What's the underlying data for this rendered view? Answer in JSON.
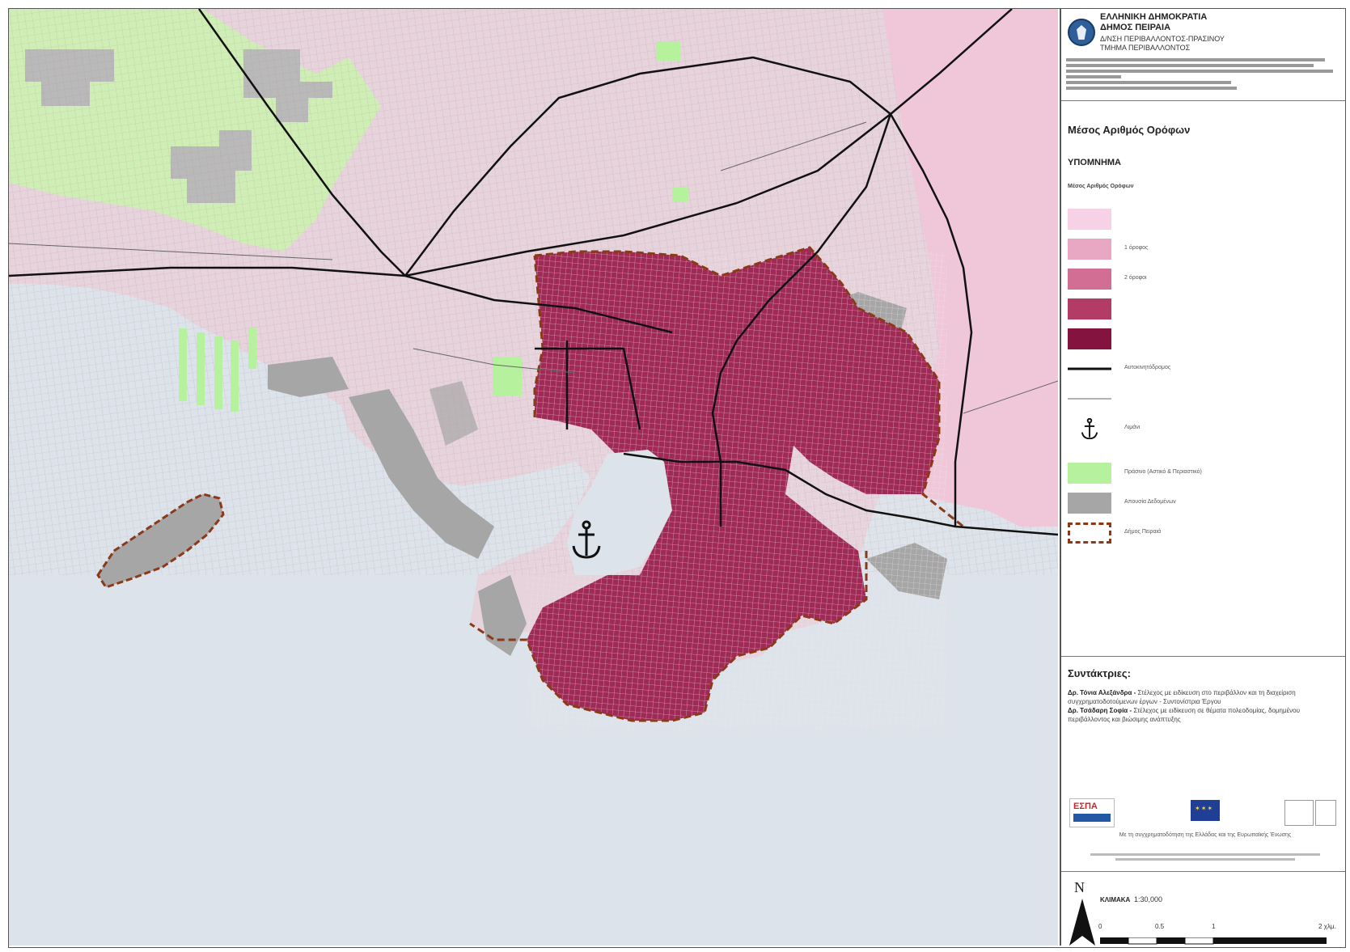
{
  "header": {
    "line1": "ΕΛΛΗΝΙΚΗ ΔΗΜΟΚΡΑΤΙΑ",
    "line2": "ΔΗΜΟΣ ΠΕΙΡΑΙΑ",
    "line3": "Δ/ΝΣΗ ΠΕΡΙΒΑΛΛΟΝΤΟΣ-ΠΡΑΣΙΝΟΥ",
    "line4": "ΤΜΗΜΑ ΠΕΡΙΒΑΛΛΟΝΤΟΣ"
  },
  "map_title": "Μέσος Αριθμός Ορόφων",
  "legend": {
    "title": "ΥΠΟΜΝΗΜΑ",
    "subtitle": "Μέσος Αριθμός Ορόφων",
    "items": [
      {
        "key": "ground",
        "color": "#f7d2e6"
      },
      {
        "key": "one",
        "label": "1 όροφος",
        "color": "#e8a8c4"
      },
      {
        "key": "two",
        "label": "2 όροφοι",
        "color": "#d26d93"
      },
      {
        "key": "three_five",
        "color": "#b23c66"
      },
      {
        "key": "more_five",
        "color": "#85133f"
      },
      {
        "key": "highway",
        "label": "Αυτοκινητόδρομος",
        "color": "#111111"
      },
      {
        "key": "main_road",
        "color": "#666666"
      },
      {
        "key": "port",
        "label": "Λιμάνι",
        "color": "#111111"
      },
      {
        "key": "green",
        "label": "Πράσινο (Αστικό & Περιαστικό)",
        "color": "#b6f19e"
      },
      {
        "key": "no_data",
        "label": "Απουσία Δεδομένων",
        "color": "#a6a6a6"
      },
      {
        "key": "municipality",
        "label": "Δήμος Πειραιά",
        "color": "#8a3a16"
      }
    ]
  },
  "authors": {
    "title": "Συντάκτριες:",
    "a1_name": "Δρ. Τόνια Αλεξάνδρα -",
    "a1_role": "Στέλεχος με ειδίκευση στο περιβάλλον και τη διαχείριση συγχρηματοδοτούμενων έργων - Συντονίστρια Έργου",
    "a2_name": "Δρ. Τσάδαρη Σοφία -",
    "a2_role": "Στέλεχος με ειδίκευση σε θέματα πολεοδομίας, δομημένου περιβάλλοντος και βιώσιμης ανάπτυξης"
  },
  "logos": {
    "espa": "ΕΣΠΑ"
  },
  "cofunding": "Με τη συγχρηματοδότηση της Ελλάδας και της Ευρωπαϊκής Ένωσης",
  "scale": {
    "north": "N",
    "label": "ΚΛΙΜΑΚΑ",
    "value": "1:30,000",
    "ticks": [
      "0",
      "0.5",
      "1",
      "2 χλμ."
    ]
  },
  "colors": {
    "sea": "#dde3ea",
    "land": "#e9e3e6",
    "green": "#cfeeb5",
    "nodata": "#a6a6a6",
    "boundary": "#8a3a16"
  }
}
